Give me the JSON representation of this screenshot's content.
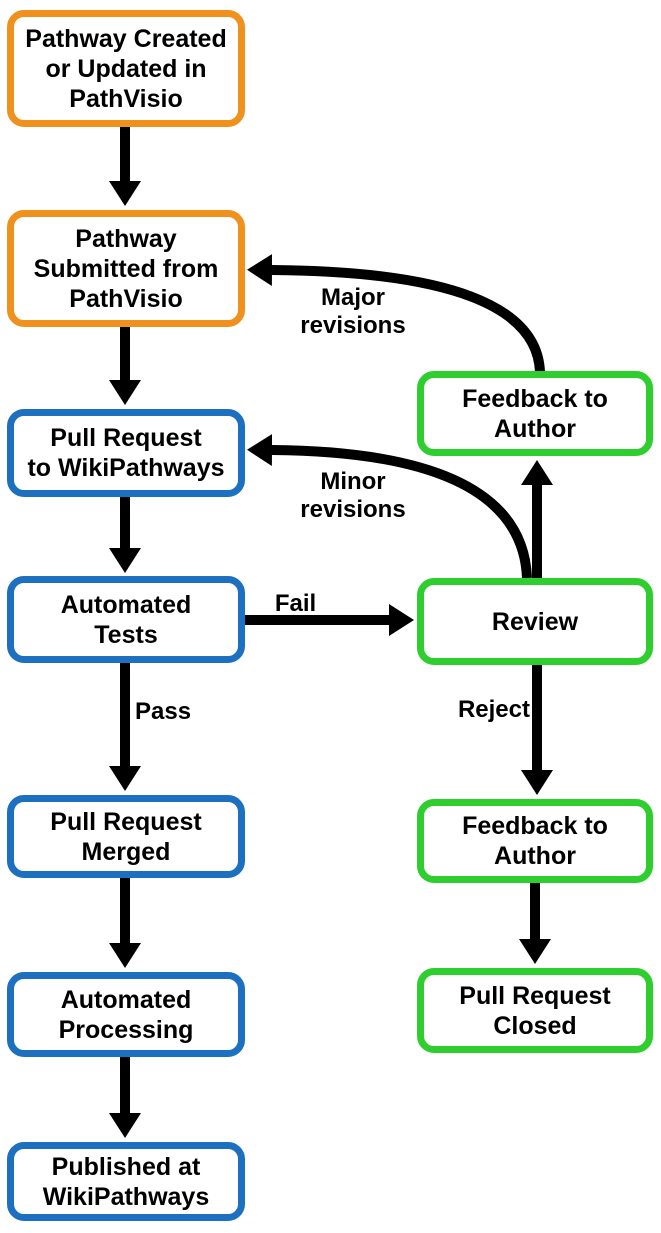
{
  "colors": {
    "orange": "#F0911E",
    "blue": "#1C70BF",
    "green": "#2FCE2F",
    "arrow": "#000000",
    "node_fill": "#FFFFFF",
    "text": "#000000",
    "background": "#FFFFFF"
  },
  "nodes": {
    "created": {
      "line1": "Pathway Created",
      "line2": "or Updated in",
      "line3": "PathVisio"
    },
    "submitted": {
      "line1": "Pathway",
      "line2": "Submitted from",
      "line3": "PathVisio"
    },
    "pull_request": {
      "line1": "Pull Request",
      "line2": "to WikiPathways"
    },
    "tests": {
      "line1": "Automated",
      "line2": "Tests"
    },
    "merged": {
      "line1": "Pull Request",
      "line2": "Merged"
    },
    "processing": {
      "line1": "Automated",
      "line2": "Processing"
    },
    "published": {
      "line1": "Published at",
      "line2": "WikiPathways"
    },
    "feedback_top": {
      "line1": "Feedback to",
      "line2": "Author"
    },
    "review": {
      "line1": "Review"
    },
    "feedback_bottom": {
      "line1": "Feedback to",
      "line2": "Author"
    },
    "closed": {
      "line1": "Pull Request",
      "line2": "Closed"
    }
  },
  "edge_labels": {
    "major_line1": "Major",
    "major_line2": "revisions",
    "minor_line1": "Minor",
    "minor_line2": "revisions",
    "fail": "Fail",
    "pass": "Pass",
    "reject": "Reject"
  },
  "edges": [
    {
      "from": "created",
      "to": "submitted",
      "label": ""
    },
    {
      "from": "submitted",
      "to": "pull_request",
      "label": ""
    },
    {
      "from": "pull_request",
      "to": "tests",
      "label": ""
    },
    {
      "from": "tests",
      "to": "merged",
      "label": "Pass"
    },
    {
      "from": "tests",
      "to": "review",
      "label": "Fail"
    },
    {
      "from": "review",
      "to": "feedback_top",
      "label": ""
    },
    {
      "from": "feedback_top",
      "to": "submitted",
      "label": "Major revisions"
    },
    {
      "from": "review",
      "to": "pull_request",
      "label": "Minor revisions"
    },
    {
      "from": "review",
      "to": "feedback_bottom",
      "label": "Reject"
    },
    {
      "from": "feedback_bottom",
      "to": "closed",
      "label": ""
    },
    {
      "from": "merged",
      "to": "processing",
      "label": ""
    },
    {
      "from": "processing",
      "to": "published",
      "label": ""
    }
  ]
}
